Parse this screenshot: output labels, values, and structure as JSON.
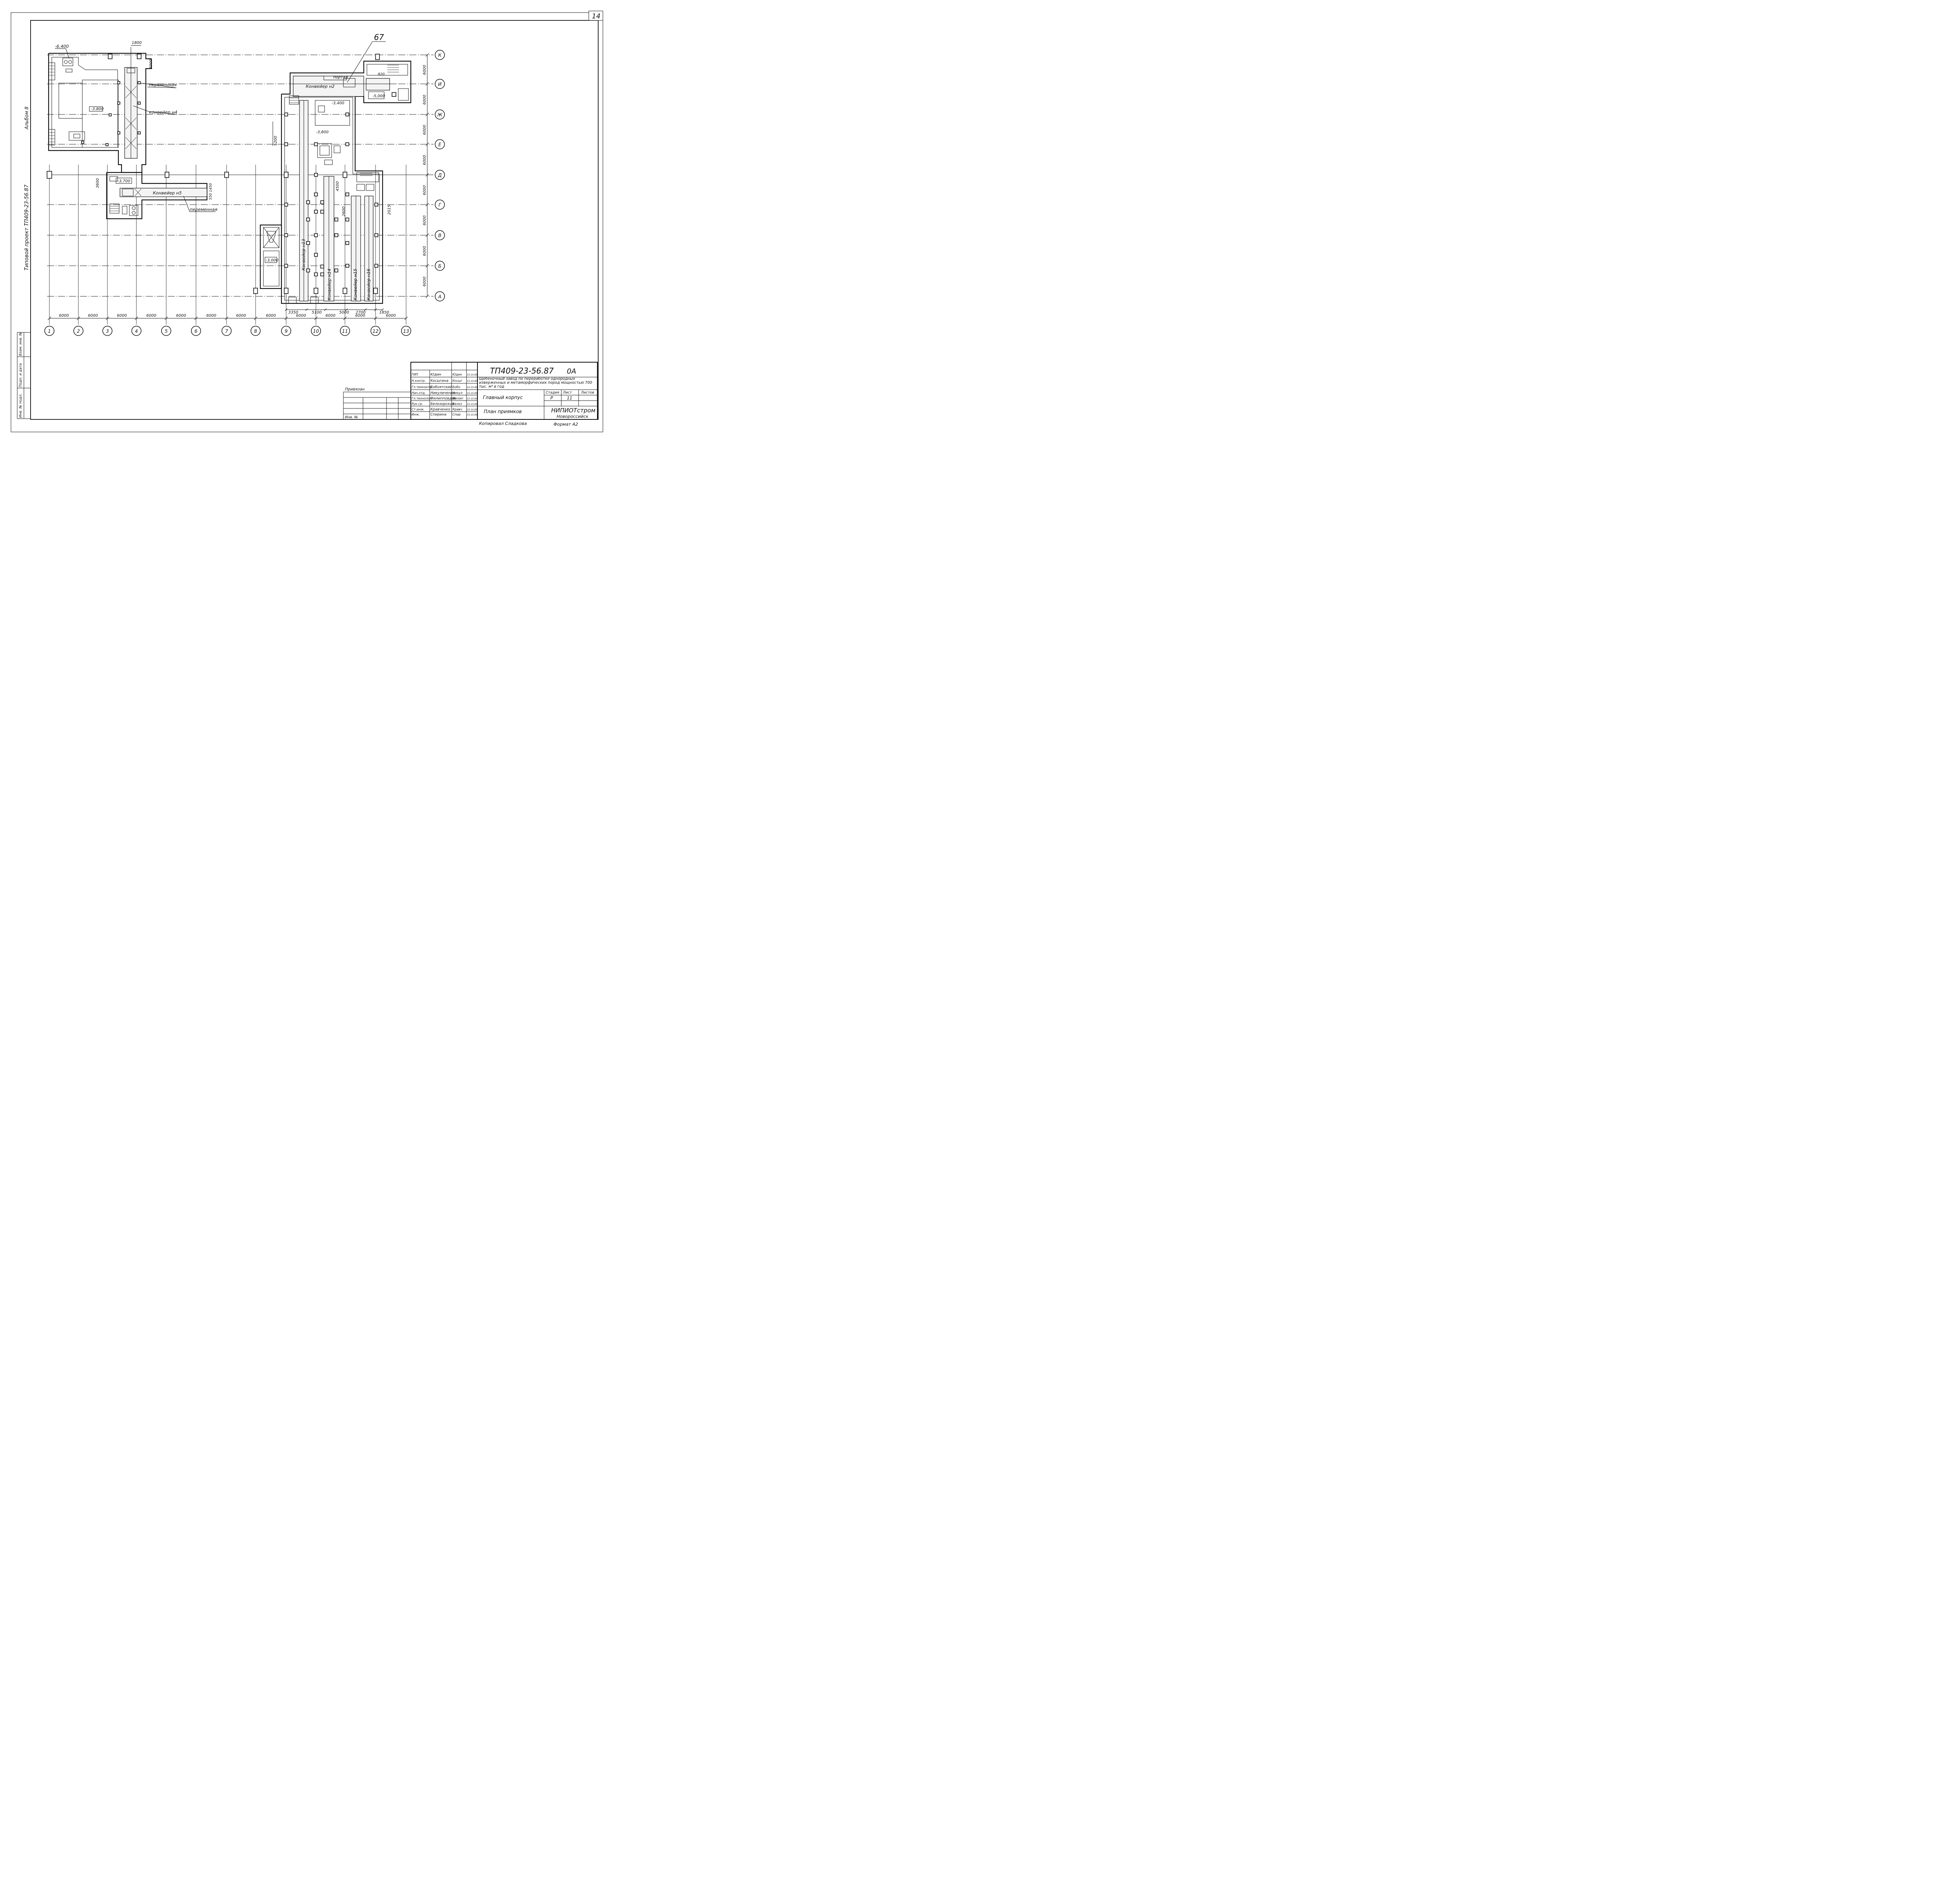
{
  "sheet_number": "14",
  "album": "Альбом 8",
  "project_side": "Типовой проект ТП409-23-56.87",
  "callout": "67",
  "levels": [
    "-6.400",
    "-3.800",
    "-3,700",
    "-3,400",
    "-3,800",
    "-5,000",
    "-3,000"
  ],
  "conveyors": {
    "n2": "Конвейер н2",
    "n4": "конвейер н4",
    "n5": "Конвейер н5",
    "n13": "Конвейер н13",
    "n14": "Конвейер н14",
    "n15": "Конвейер н15",
    "n16": "Конвейер н16"
  },
  "notes": {
    "variable_1": "переменная",
    "variable_2": "переменная",
    "portal": "портал"
  },
  "dimensions": {
    "d1800": "1800",
    "d3000": "3000",
    "d3600": "3600",
    "d5200": "5200",
    "d4500": "4500",
    "d2600": "2600",
    "d2015": "2015",
    "d820": "820",
    "d550_1450": "550 1450",
    "bottom_row_1": [
      "3350",
      "5100",
      "5000",
      "2700",
      "1850"
    ],
    "column_spacing_label": "6000",
    "row_spacing_label": "6000"
  },
  "column_axes": [
    "1",
    "2",
    "3",
    "4",
    "5",
    "6",
    "7",
    "8",
    "9",
    "10",
    "11",
    "12",
    "13"
  ],
  "row_axes": [
    "К",
    "И",
    "Ж",
    "Е",
    "Д",
    "Г",
    "В",
    "Б",
    "А"
  ],
  "left_stamp_labels": [
    "Инв. № подл.",
    "Подп. и дата",
    "Взам. инв. №"
  ],
  "title_block": {
    "doc_code": "ТП409-23-56.87",
    "doc_suffix": "0А",
    "project_title": "Щебеночный завод по переработке однородных изверженных и метаморфических пород мощностью 700 тыс. м³ в год",
    "building": "Главный корпус",
    "sheet_title": "План приямков",
    "stage_header": "Стадия",
    "sheet_header": "Лист",
    "sheets_header": "Листов",
    "stage": "Р",
    "sheet": "11",
    "org_name": "НИПИОТстром",
    "org_city": "Новороссийск",
    "bound_label": "Привязан",
    "inv_label": "Инв. №",
    "copied": "Копировал  Сладкова",
    "format": "Формат А2",
    "people": [
      {
        "role": "ГИП",
        "name": "Юдин",
        "sign": "Юдин",
        "date": "15.10.85"
      },
      {
        "role": "Н.контр.",
        "name": "Косыгина",
        "sign": "Косыг",
        "date": "15.10.85"
      },
      {
        "role": "Гл.техконтр.",
        "name": "Бобоятский",
        "sign": "Бобо",
        "date": "15.10.85"
      },
      {
        "role": "Нач.отд.",
        "name": "Никуличенко",
        "sign": "Никул",
        "date": "15.10.85"
      },
      {
        "role": "Гл.технолог",
        "name": "Филипповдов",
        "sign": "Филип",
        "date": "15.10.85"
      },
      {
        "role": "Рук.гр.",
        "name": "Белозорская",
        "sign": "Белоз",
        "date": "15.10.85"
      },
      {
        "role": "Ст.инж.",
        "name": "Кравченко",
        "sign": "Кравч",
        "date": "15.10.85"
      },
      {
        "role": "Инж.",
        "name": "Спирина",
        "sign": "Спир",
        "date": "15.10.85"
      }
    ]
  }
}
